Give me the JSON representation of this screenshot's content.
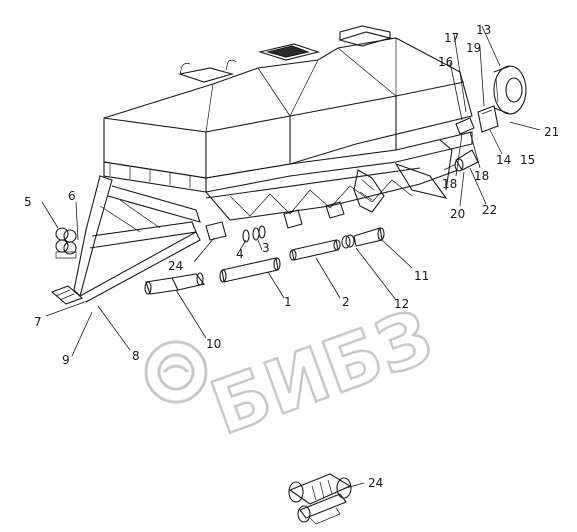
{
  "watermark": "БИБЗ",
  "callouts": [
    {
      "label": "1"
    },
    {
      "label": "2"
    },
    {
      "label": "3"
    },
    {
      "label": "4"
    },
    {
      "label": "5"
    },
    {
      "label": "6"
    },
    {
      "label": "7"
    },
    {
      "label": "8"
    },
    {
      "label": "9"
    },
    {
      "label": "10"
    },
    {
      "label": "11"
    },
    {
      "label": "12"
    },
    {
      "label": "13"
    },
    {
      "label": "14"
    },
    {
      "label": "15"
    },
    {
      "label": "16"
    },
    {
      "label": "17"
    },
    {
      "label": "18"
    },
    {
      "label": "18"
    },
    {
      "label": "19"
    },
    {
      "label": "20"
    },
    {
      "label": "21"
    },
    {
      "label": "22"
    },
    {
      "label": "24"
    },
    {
      "label": "24"
    }
  ]
}
